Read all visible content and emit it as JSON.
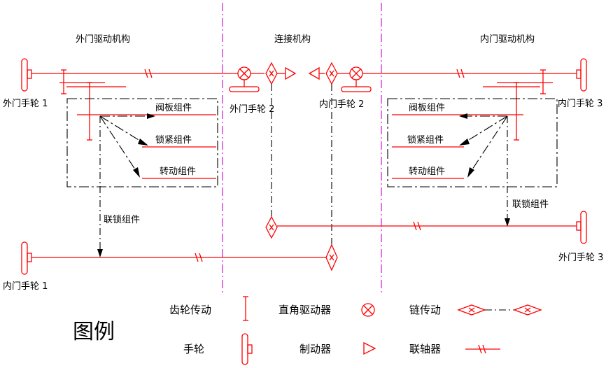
{
  "labels": {
    "outer_drive": "外门驱动机构",
    "connect": "连接机构",
    "inner_drive": "内门驱动机构",
    "outer_wheel_1": "外门手轮 1",
    "outer_wheel_2": "外门手轮 2",
    "inner_wheel_2": "内门手轮 2",
    "inner_wheel_3": "内门手轮 3",
    "outer_wheel_3": "外门手轮 3",
    "inner_wheel_1": "内门手轮 1",
    "valve_plate_left": "阀板组件",
    "lock_left": "锁紧组件",
    "rotate_left": "转动组件",
    "valve_plate_right": "阀板组件",
    "lock_right": "锁紧组件",
    "rotate_right": "转动组件",
    "interlock_left": "联锁组件",
    "interlock_right": "联锁组件"
  },
  "legend": {
    "title": "图例",
    "items": [
      {
        "label": "齿轮传动",
        "icon": "gear-drive-icon"
      },
      {
        "label": "直角驱动器",
        "icon": "right-angle-drive-icon"
      },
      {
        "label": "链传动",
        "icon": "chain-drive-icon"
      },
      {
        "label": "手轮",
        "icon": "handwheel-icon"
      },
      {
        "label": "制动器",
        "icon": "brake-icon"
      },
      {
        "label": "联轴器",
        "icon": "coupling-icon"
      }
    ]
  },
  "colors": {
    "mechanism": "#ff0000",
    "frame": "#000000",
    "divider": "#cc00cc"
  }
}
